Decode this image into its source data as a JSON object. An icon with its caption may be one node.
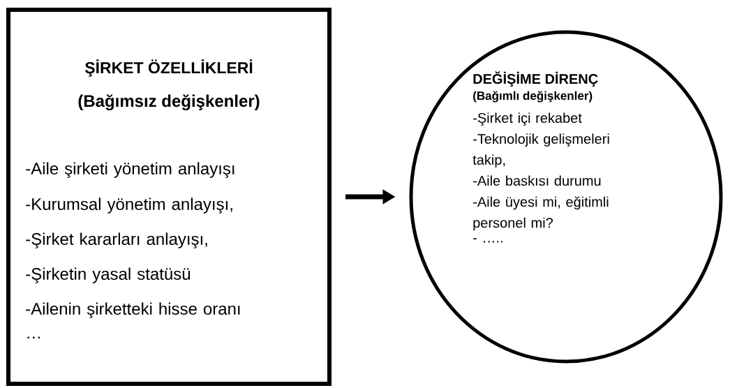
{
  "diagram": {
    "nodes": [
      {
        "text": [
          "ŞİRKET ÖZELLİKLERİ",
          "(Bağımsız değişkenler)",
          "-Aile şirketi yönetim anlayışı",
          "-Kurumsal yönetim anlayışı,",
          "-Şirket kararları anlayışı,",
          "-Şirketin yasal statüsü",
          "-Ailenin şirketteki hisse oranı",
          "…"
        ]
      },
      {
        "text": [
          "DEĞİŞİME DİRENÇ",
          "(Bağımlı değişkenler)",
          "-Şirket içi rekabet",
          "-Teknolojik gelişmeleri takip,",
          "-Aile baskısı durumu",
          "-Aile üyesi mi, eğitimli personel mi?",
          "- ….."
        ]
      }
    ],
    "edges": [
      {
        "from": 0,
        "to": 1,
        "arrow": "to"
      }
    ]
  }
}
